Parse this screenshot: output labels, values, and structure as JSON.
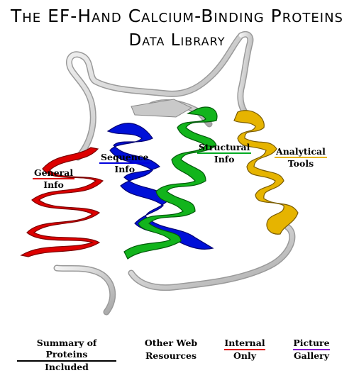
{
  "header": {
    "title_line1": "The EF-Hand Calcium-Binding Proteins",
    "title_line2": "Data Library"
  },
  "colors": {
    "general": "#dd0000",
    "sequence": "#0000dd",
    "structural": "#00aa22",
    "analytical": "#e6b400",
    "loop": "#d8d8d8"
  },
  "links": {
    "general": {
      "line1": "General",
      "line2": "Info"
    },
    "sequence": {
      "line1": "Sequence",
      "line2": "Info"
    },
    "structural": {
      "line1": "Structural",
      "line2": "Info"
    },
    "analytical": {
      "line1": "Analytical",
      "line2": "Tools"
    }
  },
  "footer": {
    "summary": {
      "line1": "Summary of Proteins",
      "line2": "Included"
    },
    "web": {
      "line1": "Other Web",
      "line2": "Resources"
    },
    "internal": {
      "line1": "Internal",
      "line2": "Only"
    },
    "gallery": {
      "line1": "Picture",
      "line2": "Gallery"
    }
  }
}
